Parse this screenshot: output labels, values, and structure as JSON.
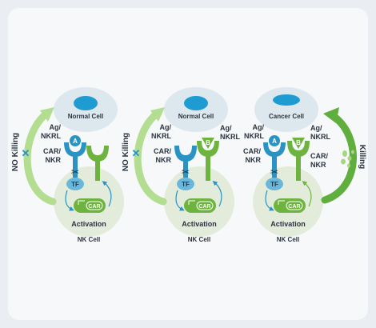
{
  "panels": [
    {
      "target_cell": "Normal Cell",
      "side_label": "NO Killing",
      "side_mark": "x-icon",
      "receptor_a": "A",
      "receptor_b": "",
      "ag_label_line1": "Ag/",
      "ag_label_line2": "NKRL",
      "car_label_line1": "CAR/",
      "car_label_line2": "NKR",
      "tf": "TF",
      "car": "CAR",
      "activation": "Activation",
      "nk_cell": "NK  Cell"
    },
    {
      "target_cell": "Normal Cell",
      "side_label": "NO Killing",
      "side_mark": "x-icon",
      "receptor_a": "",
      "receptor_b": "B",
      "ag_label_line1": "Ag/",
      "ag_label_line2": "NKRL",
      "ag_label_b_line1": "Ag/",
      "ag_label_b_line2": "NKRL",
      "car_label_line1": "CAR/",
      "car_label_line2": "NKR",
      "tf": "TF",
      "car": "CAR",
      "activation": "Activation",
      "nk_cell": "NK  Cell"
    },
    {
      "target_cell": "Cancer Cell",
      "side_label": "Killing",
      "side_mark": "debris-icon",
      "receptor_a": "A",
      "receptor_b": "B",
      "ag_label_line1": "Ag/",
      "ag_label_line2": "NKRL",
      "ag_label_b_line1": "Ag/",
      "ag_label_b_line2": "NKRL",
      "car_label_line1": "CAR/",
      "car_label_line2": "NKR",
      "car_label_b_line1": "CAR/",
      "car_label_b_line2": "NKR",
      "tf": "TF",
      "car": "CAR",
      "activation": "Activation",
      "nk_cell": "NK  Cell"
    }
  ],
  "colors": {
    "blue_receptor": "#2a93c4",
    "green_receptor": "#6eb33f",
    "cell_fill": "#dde8ee",
    "nucleus": "#1e9bd0",
    "nk_fill": "#e3ecda",
    "arrow_light": "#b3dd90",
    "arrow_dark": "#5fae3e"
  }
}
